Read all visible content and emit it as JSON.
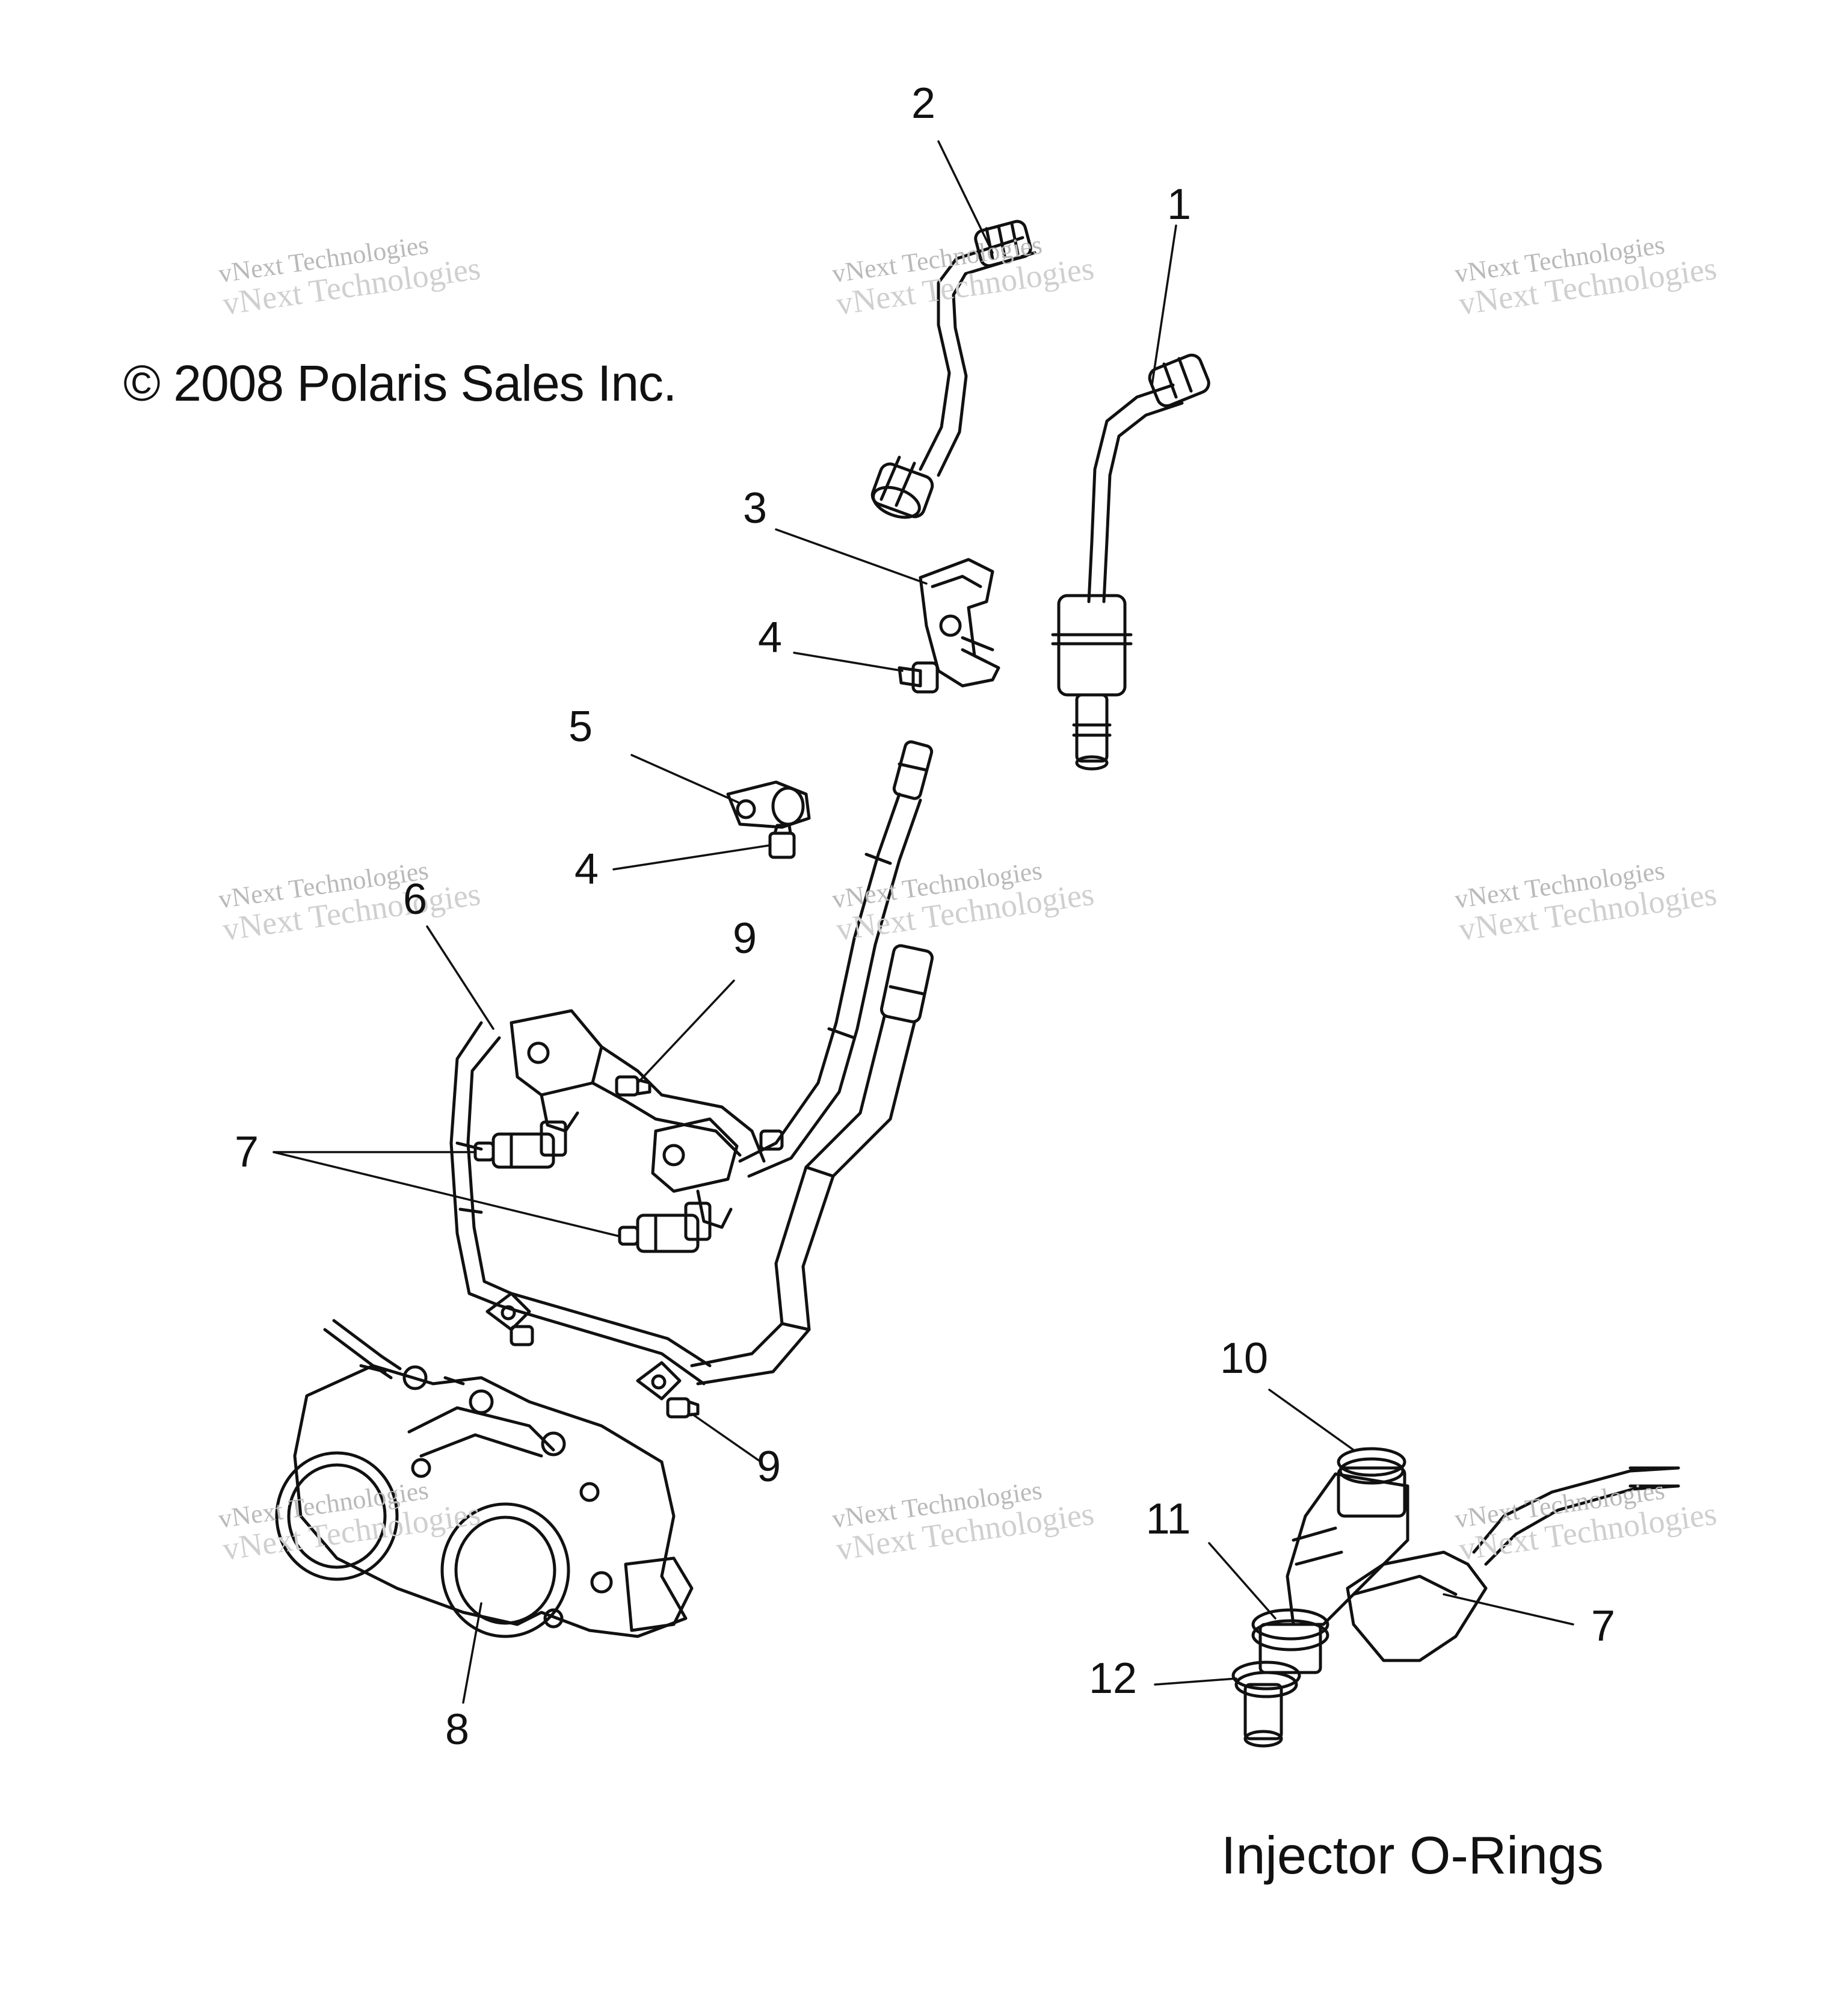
{
  "copyright": "© 2008 Polaris Sales Inc.",
  "inset_title": "Injector O-Rings",
  "watermark": {
    "line1": "vNext Technologies",
    "line2": "vNext Technologies"
  },
  "callouts": {
    "c1": "1",
    "c2": "2",
    "c3": "3",
    "c4a": "4",
    "c5": "5",
    "c4b": "4",
    "c6": "6",
    "c9a": "9",
    "c7a": "7",
    "c9b": "9",
    "c8": "8",
    "c10": "10",
    "c11": "11",
    "c12": "12",
    "c7b": "7"
  },
  "colors": {
    "line": "#111111",
    "fill": "#ffffff",
    "watermark": "#b9b9b9"
  }
}
